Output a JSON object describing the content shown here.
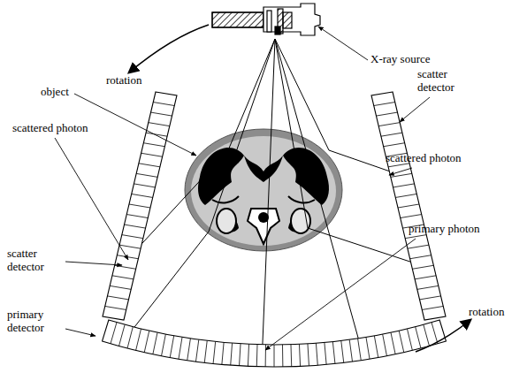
{
  "diagram": {
    "labels": [
      "rotation",
      "X-ray source",
      "scatter detector",
      "object",
      "scattered photon",
      "scattered photon",
      "primary photon",
      "scatter detector",
      "primary detector",
      "rotation"
    ]
  }
}
